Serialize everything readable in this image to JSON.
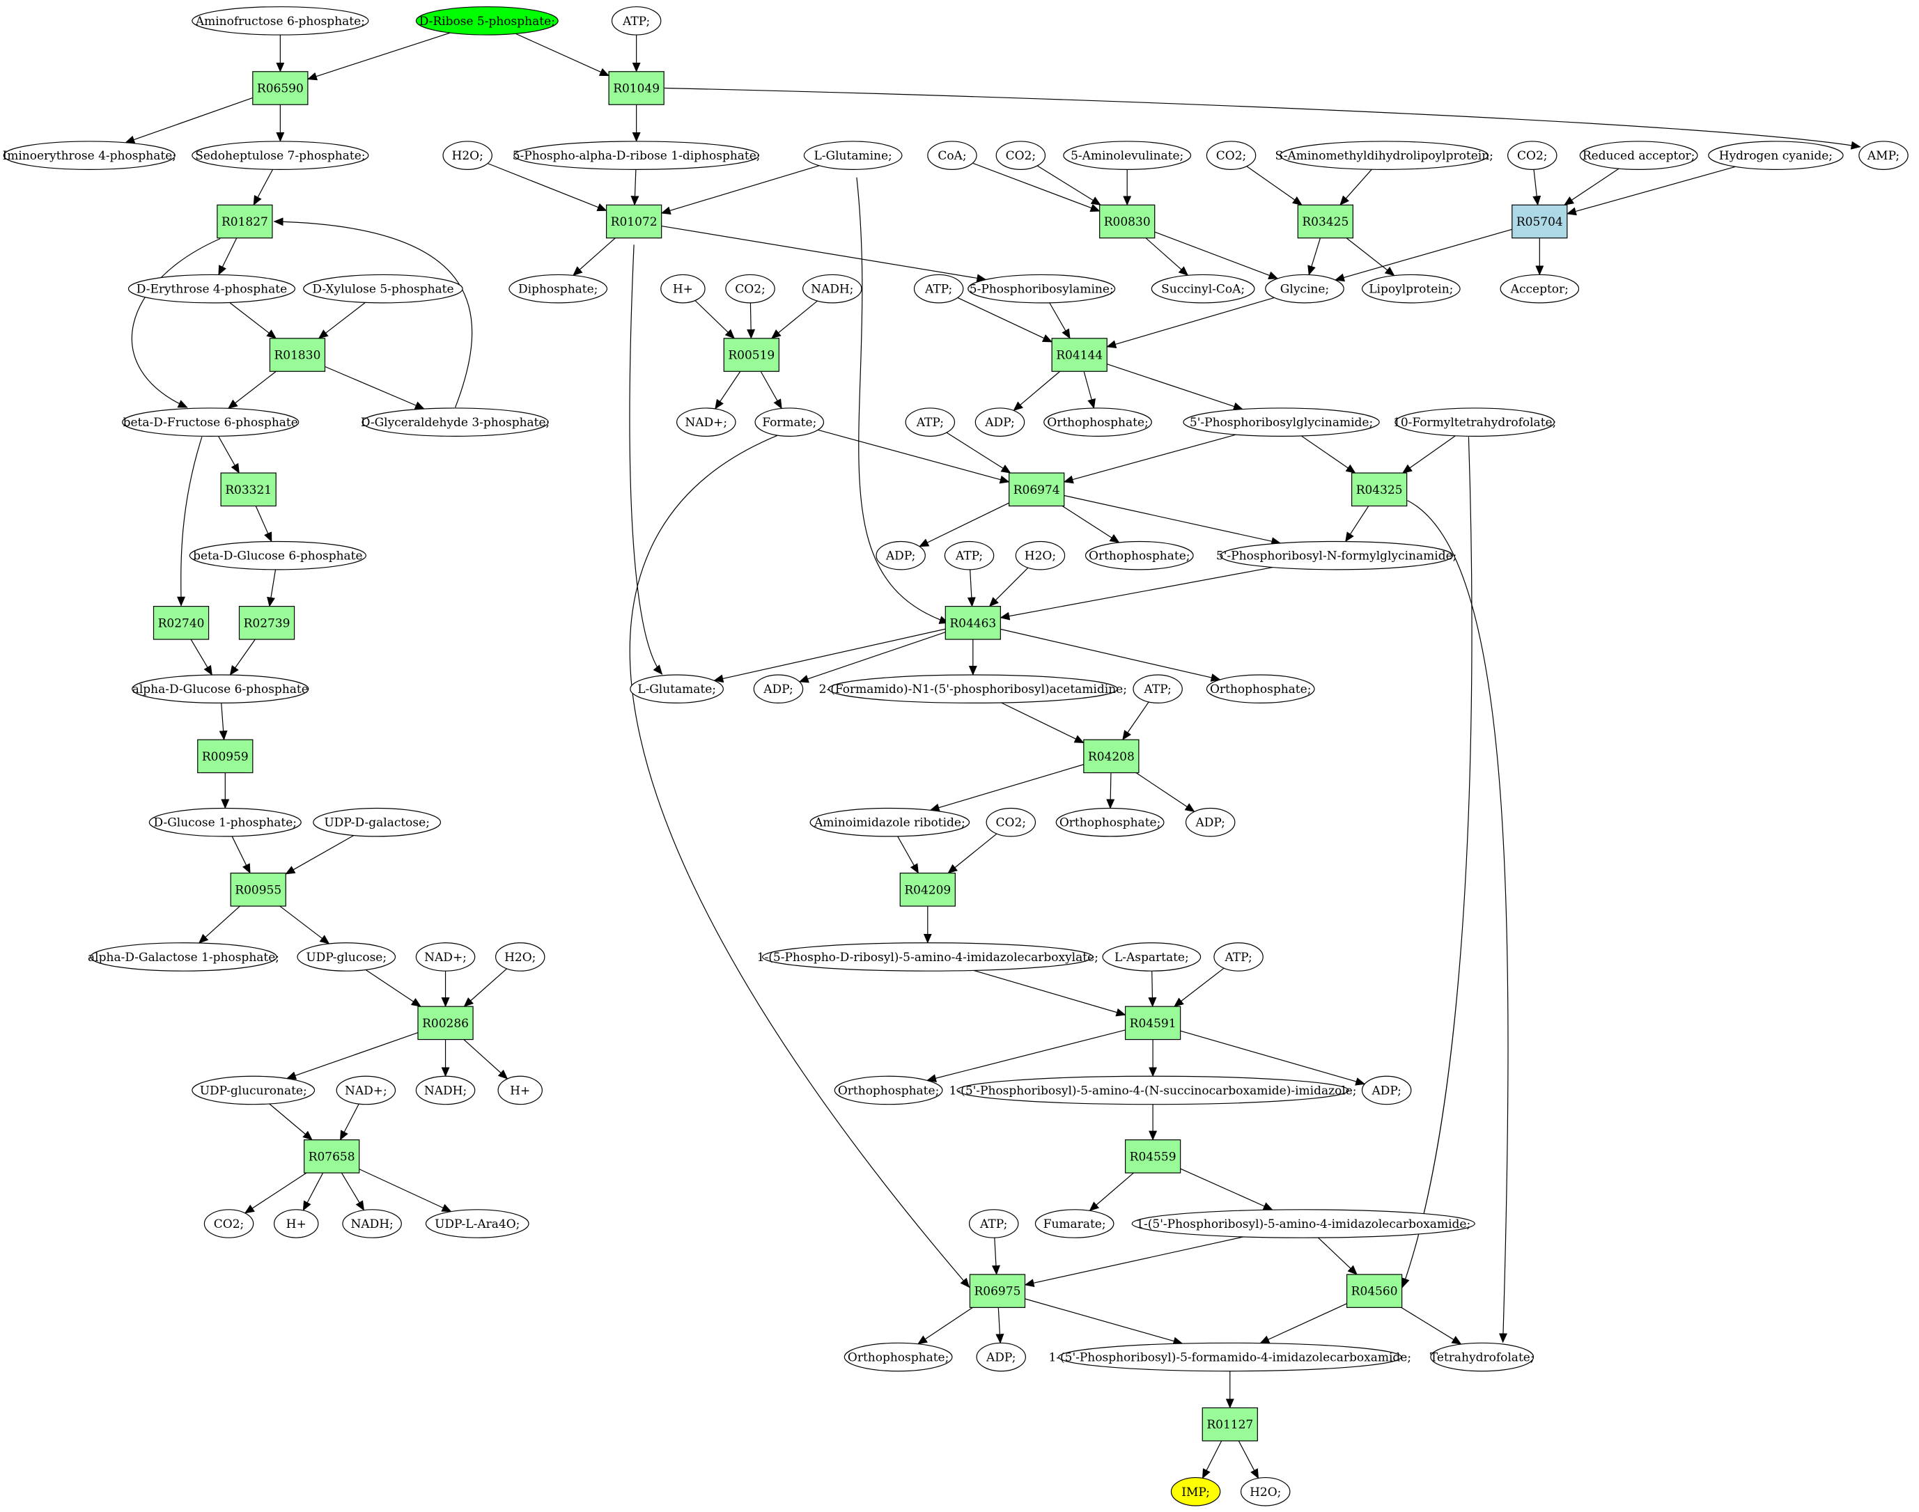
{
  "colors": {
    "reaction": "#98fb98",
    "reaction_alt": "#add8e6",
    "start_metabolite": "#00ff00",
    "end_metabolite": "#ffff00",
    "metabolite": "#ffffff"
  },
  "nodes": [
    {
      "id": "m_aminofructose6p",
      "kind": "metabolite",
      "label": "Aminofructose 6-phosphate;"
    },
    {
      "id": "m_dribose5p",
      "kind": "metabolite",
      "label": "D-Ribose 5-phosphate;",
      "style": "start"
    },
    {
      "id": "m_atp_top",
      "kind": "metabolite",
      "label": "ATP;"
    },
    {
      "id": "r_R06590",
      "kind": "reaction",
      "label": "R06590"
    },
    {
      "id": "r_R01049",
      "kind": "reaction",
      "label": "R01049"
    },
    {
      "id": "m_iminoerythrose4p",
      "kind": "metabolite",
      "label": "Iminoerythrose 4-phosphate;"
    },
    {
      "id": "m_sedoheptulose7p",
      "kind": "metabolite",
      "label": "Sedoheptulose 7-phosphate;"
    },
    {
      "id": "m_h2o_1",
      "kind": "metabolite",
      "label": "H2O;"
    },
    {
      "id": "m_prpp",
      "kind": "metabolite",
      "label": "5-Phospho-alpha-D-ribose 1-diphosphate;"
    },
    {
      "id": "m_lglutamine",
      "kind": "metabolite",
      "label": "L-Glutamine;"
    },
    {
      "id": "m_coa",
      "kind": "metabolite",
      "label": "CoA;"
    },
    {
      "id": "m_co2_1",
      "kind": "metabolite",
      "label": "CO2;"
    },
    {
      "id": "m_5aminolevulinate",
      "kind": "metabolite",
      "label": "5-Aminolevulinate;"
    },
    {
      "id": "m_co2_2",
      "kind": "metabolite",
      "label": "CO2;"
    },
    {
      "id": "m_saminomethyl",
      "kind": "metabolite",
      "label": "S-Aminomethyldihydrolipoylprotein;"
    },
    {
      "id": "m_co2_3",
      "kind": "metabolite",
      "label": "CO2;"
    },
    {
      "id": "m_reducedacceptor",
      "kind": "metabolite",
      "label": "Reduced acceptor;"
    },
    {
      "id": "m_hcn",
      "kind": "metabolite",
      "label": "Hydrogen cyanide;"
    },
    {
      "id": "m_amp",
      "kind": "metabolite",
      "label": "AMP;"
    },
    {
      "id": "r_R01827",
      "kind": "reaction",
      "label": "R01827"
    },
    {
      "id": "r_R01072",
      "kind": "reaction",
      "label": "R01072"
    },
    {
      "id": "r_R00830",
      "kind": "reaction",
      "label": "R00830"
    },
    {
      "id": "r_R03425",
      "kind": "reaction",
      "label": "R03425"
    },
    {
      "id": "r_R05704",
      "kind": "reaction",
      "label": "R05704",
      "style": "alt"
    },
    {
      "id": "m_derythrose4p",
      "kind": "metabolite",
      "label": "D-Erythrose 4-phosphate"
    },
    {
      "id": "m_dxylulose5p",
      "kind": "metabolite",
      "label": "D-Xylulose 5-phosphate"
    },
    {
      "id": "m_diphosphate",
      "kind": "metabolite",
      "label": "Diphosphate;"
    },
    {
      "id": "m_hplus_1",
      "kind": "metabolite",
      "label": "H+"
    },
    {
      "id": "m_co2_4",
      "kind": "metabolite",
      "label": "CO2;"
    },
    {
      "id": "m_nadh_1",
      "kind": "metabolite",
      "label": "NADH;"
    },
    {
      "id": "m_atp_2",
      "kind": "metabolite",
      "label": "ATP;"
    },
    {
      "id": "m_5phosphoribosylamine",
      "kind": "metabolite",
      "label": "5-Phosphoribosylamine;"
    },
    {
      "id": "m_succinylcoa",
      "kind": "metabolite",
      "label": "Succinyl-CoA;"
    },
    {
      "id": "m_glycine",
      "kind": "metabolite",
      "label": "Glycine;"
    },
    {
      "id": "m_lipoylprotein",
      "kind": "metabolite",
      "label": "Lipoylprotein;"
    },
    {
      "id": "m_acceptor",
      "kind": "metabolite",
      "label": "Acceptor;"
    },
    {
      "id": "r_R01830",
      "kind": "reaction",
      "label": "R01830"
    },
    {
      "id": "r_R00519",
      "kind": "reaction",
      "label": "R00519"
    },
    {
      "id": "r_R04144",
      "kind": "reaction",
      "label": "R04144"
    },
    {
      "id": "m_bdfructose6p",
      "kind": "metabolite",
      "label": "beta-D-Fructose 6-phosphate"
    },
    {
      "id": "m_dglyceraldehyde3p",
      "kind": "metabolite",
      "label": "D-Glyceraldehyde 3-phosphate;"
    },
    {
      "id": "m_nadplus_1",
      "kind": "metabolite",
      "label": "NAD+;"
    },
    {
      "id": "m_formate",
      "kind": "metabolite",
      "label": "Formate;"
    },
    {
      "id": "m_adp_1",
      "kind": "metabolite",
      "label": "ADP;"
    },
    {
      "id": "m_orthophosphate_1",
      "kind": "metabolite",
      "label": "Orthophosphate;"
    },
    {
      "id": "m_gar",
      "kind": "metabolite",
      "label": "5'-Phosphoribosylglycinamide;"
    },
    {
      "id": "m_10formylthf",
      "kind": "metabolite",
      "label": "10-Formyltetrahydrofolate;"
    },
    {
      "id": "m_atp_3",
      "kind": "metabolite",
      "label": "ATP;"
    },
    {
      "id": "r_R03321",
      "kind": "reaction",
      "label": "R03321"
    },
    {
      "id": "r_R06974",
      "kind": "reaction",
      "label": "R06974"
    },
    {
      "id": "r_R04325",
      "kind": "reaction",
      "label": "R04325"
    },
    {
      "id": "m_bdglucose6p",
      "kind": "metabolite",
      "label": "beta-D-Glucose 6-phosphate"
    },
    {
      "id": "m_adp_2",
      "kind": "metabolite",
      "label": "ADP;"
    },
    {
      "id": "m_atp_4",
      "kind": "metabolite",
      "label": "ATP;"
    },
    {
      "id": "m_h2o_2",
      "kind": "metabolite",
      "label": "H2O;"
    },
    {
      "id": "m_orthophosphate_2",
      "kind": "metabolite",
      "label": "Orthophosphate;"
    },
    {
      "id": "m_fgar",
      "kind": "metabolite",
      "label": "5'-Phosphoribosyl-N-formylglycinamide;"
    },
    {
      "id": "r_R02740",
      "kind": "reaction",
      "label": "R02740"
    },
    {
      "id": "r_R02739",
      "kind": "reaction",
      "label": "R02739"
    },
    {
      "id": "r_R04463",
      "kind": "reaction",
      "label": "R04463"
    },
    {
      "id": "m_adglucose6p",
      "kind": "metabolite",
      "label": "alpha-D-Glucose 6-phosphate"
    },
    {
      "id": "m_lglutamate",
      "kind": "metabolite",
      "label": "L-Glutamate;"
    },
    {
      "id": "m_adp_3",
      "kind": "metabolite",
      "label": "ADP;"
    },
    {
      "id": "m_fgam",
      "kind": "metabolite",
      "label": "2-(Formamido)-N1-(5'-phosphoribosyl)acetamidine;"
    },
    {
      "id": "m_atp_5",
      "kind": "metabolite",
      "label": "ATP;"
    },
    {
      "id": "m_orthophosphate_3",
      "kind": "metabolite",
      "label": "Orthophosphate;"
    },
    {
      "id": "r_R00959",
      "kind": "reaction",
      "label": "R00959"
    },
    {
      "id": "r_R04208",
      "kind": "reaction",
      "label": "R04208"
    },
    {
      "id": "m_dglucose1p",
      "kind": "metabolite",
      "label": "D-Glucose 1-phosphate;"
    },
    {
      "id": "m_udpdgalactose",
      "kind": "metabolite",
      "label": "UDP-D-galactose;"
    },
    {
      "id": "m_air",
      "kind": "metabolite",
      "label": "Aminoimidazole ribotide;"
    },
    {
      "id": "m_co2_5",
      "kind": "metabolite",
      "label": "CO2;"
    },
    {
      "id": "m_orthophosphate_4",
      "kind": "metabolite",
      "label": "Orthophosphate;"
    },
    {
      "id": "m_adp_4",
      "kind": "metabolite",
      "label": "ADP;"
    },
    {
      "id": "r_R00955",
      "kind": "reaction",
      "label": "R00955"
    },
    {
      "id": "r_R04209",
      "kind": "reaction",
      "label": "R04209"
    },
    {
      "id": "m_adgalactose1p",
      "kind": "metabolite",
      "label": "alpha-D-Galactose 1-phosphate;"
    },
    {
      "id": "m_udpglucose",
      "kind": "metabolite",
      "label": "UDP-glucose;"
    },
    {
      "id": "m_nadplus_2",
      "kind": "metabolite",
      "label": "NAD+;"
    },
    {
      "id": "m_h2o_3",
      "kind": "metabolite",
      "label": "H2O;"
    },
    {
      "id": "m_cair",
      "kind": "metabolite",
      "label": "1-(5-Phospho-D-ribosyl)-5-amino-4-imidazolecarboxylate;"
    },
    {
      "id": "m_laspartate",
      "kind": "metabolite",
      "label": "L-Aspartate;"
    },
    {
      "id": "m_atp_6",
      "kind": "metabolite",
      "label": "ATP;"
    },
    {
      "id": "r_R00286",
      "kind": "reaction",
      "label": "R00286"
    },
    {
      "id": "r_R04591",
      "kind": "reaction",
      "label": "R04591"
    },
    {
      "id": "m_udpglucuronate",
      "kind": "metabolite",
      "label": "UDP-glucuronate;"
    },
    {
      "id": "m_nadplus_3",
      "kind": "metabolite",
      "label": "NAD+;"
    },
    {
      "id": "m_nadh_2",
      "kind": "metabolite",
      "label": "NADH;"
    },
    {
      "id": "m_hplus_2",
      "kind": "metabolite",
      "label": "H+"
    },
    {
      "id": "m_orthophosphate_5",
      "kind": "metabolite",
      "label": "Orthophosphate;"
    },
    {
      "id": "m_saicar",
      "kind": "metabolite",
      "label": "1-(5'-Phosphoribosyl)-5-amino-4-(N-succinocarboxamide)-imidazole;"
    },
    {
      "id": "m_adp_5",
      "kind": "metabolite",
      "label": "ADP;"
    },
    {
      "id": "r_R07658",
      "kind": "reaction",
      "label": "R07658"
    },
    {
      "id": "r_R04559",
      "kind": "reaction",
      "label": "R04559"
    },
    {
      "id": "m_co2_6",
      "kind": "metabolite",
      "label": "CO2;"
    },
    {
      "id": "m_hplus_3",
      "kind": "metabolite",
      "label": "H+"
    },
    {
      "id": "m_nadh_3",
      "kind": "metabolite",
      "label": "NADH;"
    },
    {
      "id": "m_udplara4o",
      "kind": "metabolite",
      "label": "UDP-L-Ara4O;"
    },
    {
      "id": "m_atp_7",
      "kind": "metabolite",
      "label": "ATP;"
    },
    {
      "id": "m_fumarate",
      "kind": "metabolite",
      "label": "Fumarate;"
    },
    {
      "id": "m_aicar",
      "kind": "metabolite",
      "label": "1-(5'-Phosphoribosyl)-5-amino-4-imidazolecarboxamide;"
    },
    {
      "id": "r_R06975",
      "kind": "reaction",
      "label": "R06975"
    },
    {
      "id": "r_R04560",
      "kind": "reaction",
      "label": "R04560"
    },
    {
      "id": "m_orthophosphate_6",
      "kind": "metabolite",
      "label": "Orthophosphate;"
    },
    {
      "id": "m_adp_6",
      "kind": "metabolite",
      "label": "ADP;"
    },
    {
      "id": "m_faicar",
      "kind": "metabolite",
      "label": "1-(5'-Phosphoribosyl)-5-formamido-4-imidazolecarboxamide;"
    },
    {
      "id": "m_thf",
      "kind": "metabolite",
      "label": "Tetrahydrofolate;"
    },
    {
      "id": "r_R01127",
      "kind": "reaction",
      "label": "R01127"
    },
    {
      "id": "m_imp",
      "kind": "metabolite",
      "label": "IMP;",
      "style": "end"
    },
    {
      "id": "m_h2o_4",
      "kind": "metabolite",
      "label": "H2O;"
    }
  ],
  "edges": [
    [
      "m_aminofructose6p",
      "r_R06590"
    ],
    [
      "m_dribose5p",
      "r_R06590"
    ],
    [
      "m_dribose5p",
      "r_R01049"
    ],
    [
      "m_atp_top",
      "r_R01049"
    ],
    [
      "r_R06590",
      "m_iminoerythrose4p"
    ],
    [
      "r_R06590",
      "m_sedoheptulose7p"
    ],
    [
      "r_R01049",
      "m_prpp"
    ],
    [
      "r_R01049",
      "m_amp"
    ],
    [
      "m_sedoheptulose7p",
      "r_R01827"
    ],
    [
      "m_dglyceraldehyde3p",
      "r_R01827"
    ],
    [
      "r_R01827",
      "m_derythrose4p"
    ],
    [
      "r_R01827",
      "m_bdfructose6p"
    ],
    [
      "m_h2o_1",
      "r_R01072"
    ],
    [
      "m_prpp",
      "r_R01072"
    ],
    [
      "m_lglutamine",
      "r_R01072"
    ],
    [
      "m_lglutamine",
      "r_R04463"
    ],
    [
      "r_R01072",
      "m_diphosphate"
    ],
    [
      "r_R01072",
      "m_5phosphoribosylamine"
    ],
    [
      "r_R01072",
      "m_lglutamate"
    ],
    [
      "m_coa",
      "r_R00830"
    ],
    [
      "m_co2_1",
      "r_R00830"
    ],
    [
      "m_5aminolevulinate",
      "r_R00830"
    ],
    [
      "r_R00830",
      "m_succinylcoa"
    ],
    [
      "r_R00830",
      "m_glycine"
    ],
    [
      "m_co2_2",
      "r_R03425"
    ],
    [
      "m_saminomethyl",
      "r_R03425"
    ],
    [
      "r_R03425",
      "m_glycine"
    ],
    [
      "r_R03425",
      "m_lipoylprotein"
    ],
    [
      "m_co2_3",
      "r_R05704"
    ],
    [
      "m_reducedacceptor",
      "r_R05704"
    ],
    [
      "m_hcn",
      "r_R05704"
    ],
    [
      "r_R05704",
      "m_glycine"
    ],
    [
      "r_R05704",
      "m_acceptor"
    ],
    [
      "m_derythrose4p",
      "r_R01830"
    ],
    [
      "m_dxylulose5p",
      "r_R01830"
    ],
    [
      "r_R01830",
      "m_bdfructose6p"
    ],
    [
      "r_R01830",
      "m_dglyceraldehyde3p"
    ],
    [
      "m_hplus_1",
      "r_R00519"
    ],
    [
      "m_co2_4",
      "r_R00519"
    ],
    [
      "m_nadh_1",
      "r_R00519"
    ],
    [
      "r_R00519",
      "m_nadplus_1"
    ],
    [
      "r_R00519",
      "m_formate"
    ],
    [
      "m_atp_2",
      "r_R04144"
    ],
    [
      "m_5phosphoribosylamine",
      "r_R04144"
    ],
    [
      "m_glycine",
      "r_R04144"
    ],
    [
      "r_R04144",
      "m_adp_1"
    ],
    [
      "r_R04144",
      "m_orthophosphate_1"
    ],
    [
      "r_R04144",
      "m_gar"
    ],
    [
      "m_bdfructose6p",
      "r_R03321"
    ],
    [
      "m_bdfructose6p",
      "r_R02740"
    ],
    [
      "r_R03321",
      "m_bdglucose6p"
    ],
    [
      "m_formate",
      "r_R06974"
    ],
    [
      "m_formate",
      "r_R06975"
    ],
    [
      "m_atp_3",
      "r_R06974"
    ],
    [
      "m_gar",
      "r_R06974"
    ],
    [
      "m_gar",
      "r_R04325"
    ],
    [
      "m_10formylthf",
      "r_R04325"
    ],
    [
      "m_10formylthf",
      "r_R04560"
    ],
    [
      "r_R06974",
      "m_adp_2"
    ],
    [
      "r_R06974",
      "m_orthophosphate_2"
    ],
    [
      "r_R06974",
      "m_fgar"
    ],
    [
      "r_R04325",
      "m_fgar"
    ],
    [
      "r_R04325",
      "m_thf"
    ],
    [
      "m_bdglucose6p",
      "r_R02739"
    ],
    [
      "r_R02740",
      "m_adglucose6p"
    ],
    [
      "r_R02739",
      "m_adglucose6p"
    ],
    [
      "m_atp_4",
      "r_R04463"
    ],
    [
      "m_h2o_2",
      "r_R04463"
    ],
    [
      "m_fgar",
      "r_R04463"
    ],
    [
      "r_R04463",
      "m_lglutamate"
    ],
    [
      "r_R04463",
      "m_adp_3"
    ],
    [
      "r_R04463",
      "m_fgam"
    ],
    [
      "r_R04463",
      "m_orthophosphate_3"
    ],
    [
      "m_adglucose6p",
      "r_R00959"
    ],
    [
      "r_R00959",
      "m_dglucose1p"
    ],
    [
      "m_fgam",
      "r_R04208"
    ],
    [
      "m_atp_5",
      "r_R04208"
    ],
    [
      "r_R04208",
      "m_air"
    ],
    [
      "r_R04208",
      "m_orthophosphate_4"
    ],
    [
      "r_R04208",
      "m_adp_4"
    ],
    [
      "m_dglucose1p",
      "r_R00955"
    ],
    [
      "m_udpdgalactose",
      "r_R00955"
    ],
    [
      "r_R00955",
      "m_adgalactose1p"
    ],
    [
      "r_R00955",
      "m_udpglucose"
    ],
    [
      "m_air",
      "r_R04209"
    ],
    [
      "m_co2_5",
      "r_R04209"
    ],
    [
      "r_R04209",
      "m_cair"
    ],
    [
      "m_udpglucose",
      "r_R00286"
    ],
    [
      "m_nadplus_2",
      "r_R00286"
    ],
    [
      "m_h2o_3",
      "r_R00286"
    ],
    [
      "r_R00286",
      "m_udpglucuronate"
    ],
    [
      "r_R00286",
      "m_nadh_2"
    ],
    [
      "r_R00286",
      "m_hplus_2"
    ],
    [
      "m_cair",
      "r_R04591"
    ],
    [
      "m_laspartate",
      "r_R04591"
    ],
    [
      "m_atp_6",
      "r_R04591"
    ],
    [
      "r_R04591",
      "m_orthophosphate_5"
    ],
    [
      "r_R04591",
      "m_saicar"
    ],
    [
      "r_R04591",
      "m_adp_5"
    ],
    [
      "m_udpglucuronate",
      "r_R07658"
    ],
    [
      "m_nadplus_3",
      "r_R07658"
    ],
    [
      "r_R07658",
      "m_co2_6"
    ],
    [
      "r_R07658",
      "m_hplus_3"
    ],
    [
      "r_R07658",
      "m_nadh_3"
    ],
    [
      "r_R07658",
      "m_udplara4o"
    ],
    [
      "m_saicar",
      "r_R04559"
    ],
    [
      "r_R04559",
      "m_fumarate"
    ],
    [
      "r_R04559",
      "m_aicar"
    ],
    [
      "m_atp_7",
      "r_R06975"
    ],
    [
      "m_aicar",
      "r_R06975"
    ],
    [
      "m_aicar",
      "r_R04560"
    ],
    [
      "r_R06975",
      "m_orthophosphate_6"
    ],
    [
      "r_R06975",
      "m_adp_6"
    ],
    [
      "r_R06975",
      "m_faicar"
    ],
    [
      "r_R04560",
      "m_faicar"
    ],
    [
      "r_R04560",
      "m_thf"
    ],
    [
      "m_faicar",
      "r_R01127"
    ],
    [
      "r_R01127",
      "m_imp"
    ],
    [
      "r_R01127",
      "m_h2o_4"
    ]
  ]
}
